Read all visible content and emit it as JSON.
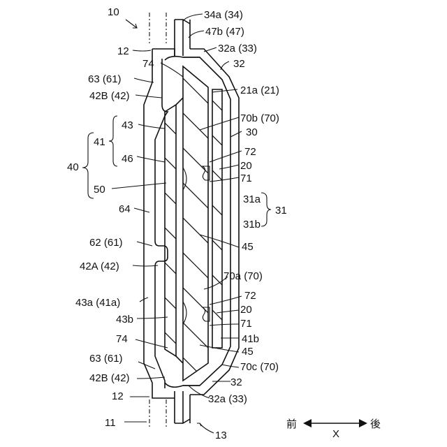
{
  "diagram": {
    "labels": {
      "l10": "10",
      "l34a": "34a (34)",
      "l47b": "47b (47)",
      "l32a_top": "32a (33)",
      "l12_top": "12",
      "l74_top": "74",
      "l32_top": "32",
      "l63_top": "63 (61)",
      "l42B_top": "42B (42)",
      "l21a": "21a (21)",
      "l43": "43",
      "l70b": "70b (70)",
      "l41": "41",
      "l30": "30",
      "l46": "46",
      "l72_top": "72",
      "l40": "40",
      "l20_top": "20",
      "l71_top": "71",
      "l50": "50",
      "l31a": "31a",
      "l31": "31",
      "l64": "64",
      "l31b": "31b",
      "l62": "62 (61)",
      "l45_top": "45",
      "l42A": "42A (42)",
      "l70a": "70a (70)",
      "l72_bot": "72",
      "l43a": "43a (41a)",
      "l20_bot": "20",
      "l43b": "43b",
      "l71_bot": "71",
      "l41b": "41b",
      "l74_bot": "74",
      "l45_bot": "45",
      "l63_bot": "63 (61)",
      "l70c": "70c (70)",
      "l42B_bot": "42B (42)",
      "l32_bot": "32",
      "l12_bot": "12",
      "l32a_bot": "32a (33)",
      "l11": "11",
      "l13": "13"
    },
    "direction": {
      "front": "前",
      "axis": "X",
      "rear": "後"
    }
  }
}
